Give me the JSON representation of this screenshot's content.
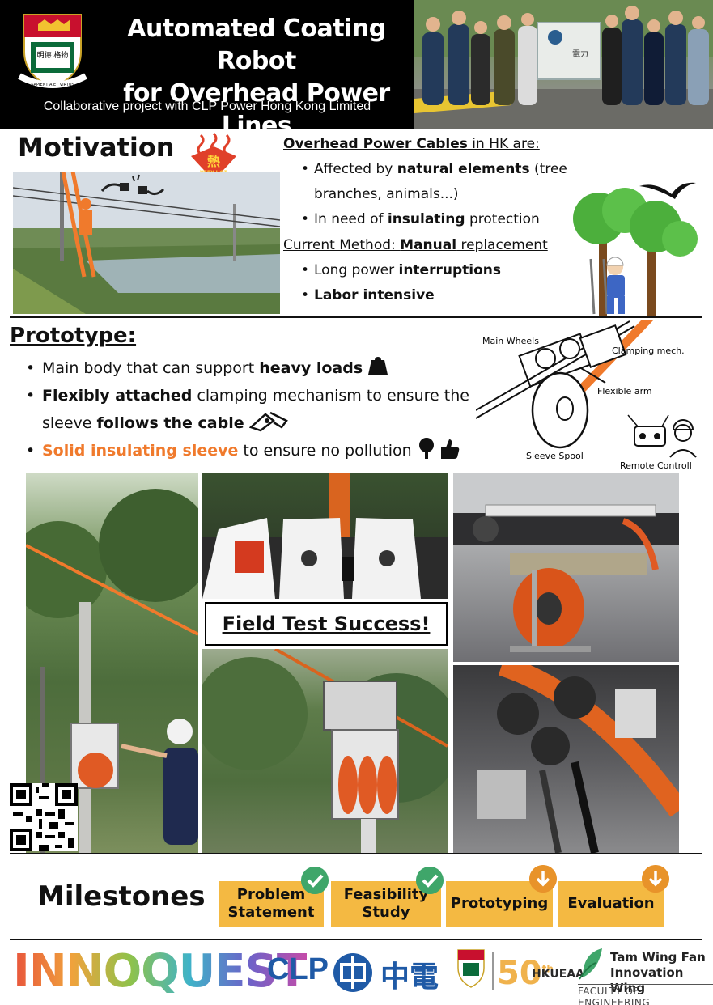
{
  "header": {
    "title_line1": "Automated Coating Robot",
    "title_line2": "for Overhead Power Lines",
    "subtitle": "Collaborative project with CLP Power Hong Kong Limited",
    "crest_motto": "SAPIENTIA ET VIRTUS",
    "crest_chars": "明德 格物",
    "sign_text": "電力"
  },
  "motivation": {
    "heading": "Motivation",
    "hot_label_cn": "熱",
    "hot_label_en": "VERY HOT",
    "cables_heading_bold": "Overhead Power Cables",
    "cables_heading_rest": " in HK are:",
    "cable_points": [
      {
        "pre": "Affected by ",
        "bold": "natural elements",
        "post": " (tree branches, animals...)"
      },
      {
        "pre": "In need of ",
        "bold": "insulating",
        "post": " protection"
      }
    ],
    "current_method_pre": "Current Method: ",
    "current_method_bold": "Manual",
    "current_method_post": " replacement",
    "method_points": [
      {
        "pre": "Long power ",
        "bold": "interruptions",
        "post": ""
      },
      {
        "pre": "",
        "bold": "Labor intensive",
        "post": ""
      }
    ]
  },
  "prototype": {
    "heading": "Prototype:",
    "points": [
      {
        "pre": "Main body that can support ",
        "bold": "heavy loads",
        "post": ""
      },
      {
        "pre": "",
        "bold": "Flexibly attached",
        "post": " clamping mechanism to ensure the sleeve ",
        "bold2": "follows the cable"
      },
      {
        "orange": "Solid insulating sleeve",
        "post": " to ensure no pollution"
      }
    ],
    "diagram_labels": {
      "main_wheels": "Main Wheels",
      "clamping": "Clamping mech.",
      "flexible_arm": "Flexible arm",
      "sleeve_spool": "Sleeve Spool",
      "remote": "Remote Controll"
    }
  },
  "gallery": {
    "field_test": "Field Test Success!"
  },
  "milestones": {
    "heading": "Milestones",
    "items": [
      {
        "line1": "Problem",
        "line2": "Statement",
        "status": "done"
      },
      {
        "line1": "Feasibility",
        "line2": "Study",
        "status": "done"
      },
      {
        "line1": "Prototyping",
        "line2": "",
        "status": "todo"
      },
      {
        "line1": "Evaluation",
        "line2": "",
        "status": "todo"
      }
    ]
  },
  "footer": {
    "innoquest": "INNOQUEST",
    "clp": "CLP",
    "clp_cn": "中電",
    "fifty": "50",
    "fifty_sup": "th",
    "hkueaa": "HKUEAA",
    "twf_line1": "Tam Wing Fan",
    "twf_line2": "Innovation Wing",
    "faculty": "FACULTY OF ENGINEERING"
  },
  "colors": {
    "accent_orange": "#f07a2c",
    "milestone_fill": "#f4b942",
    "done_green": "#3fa66a",
    "todo_orange": "#e8932a",
    "clp_blue": "#1f5aa6"
  }
}
